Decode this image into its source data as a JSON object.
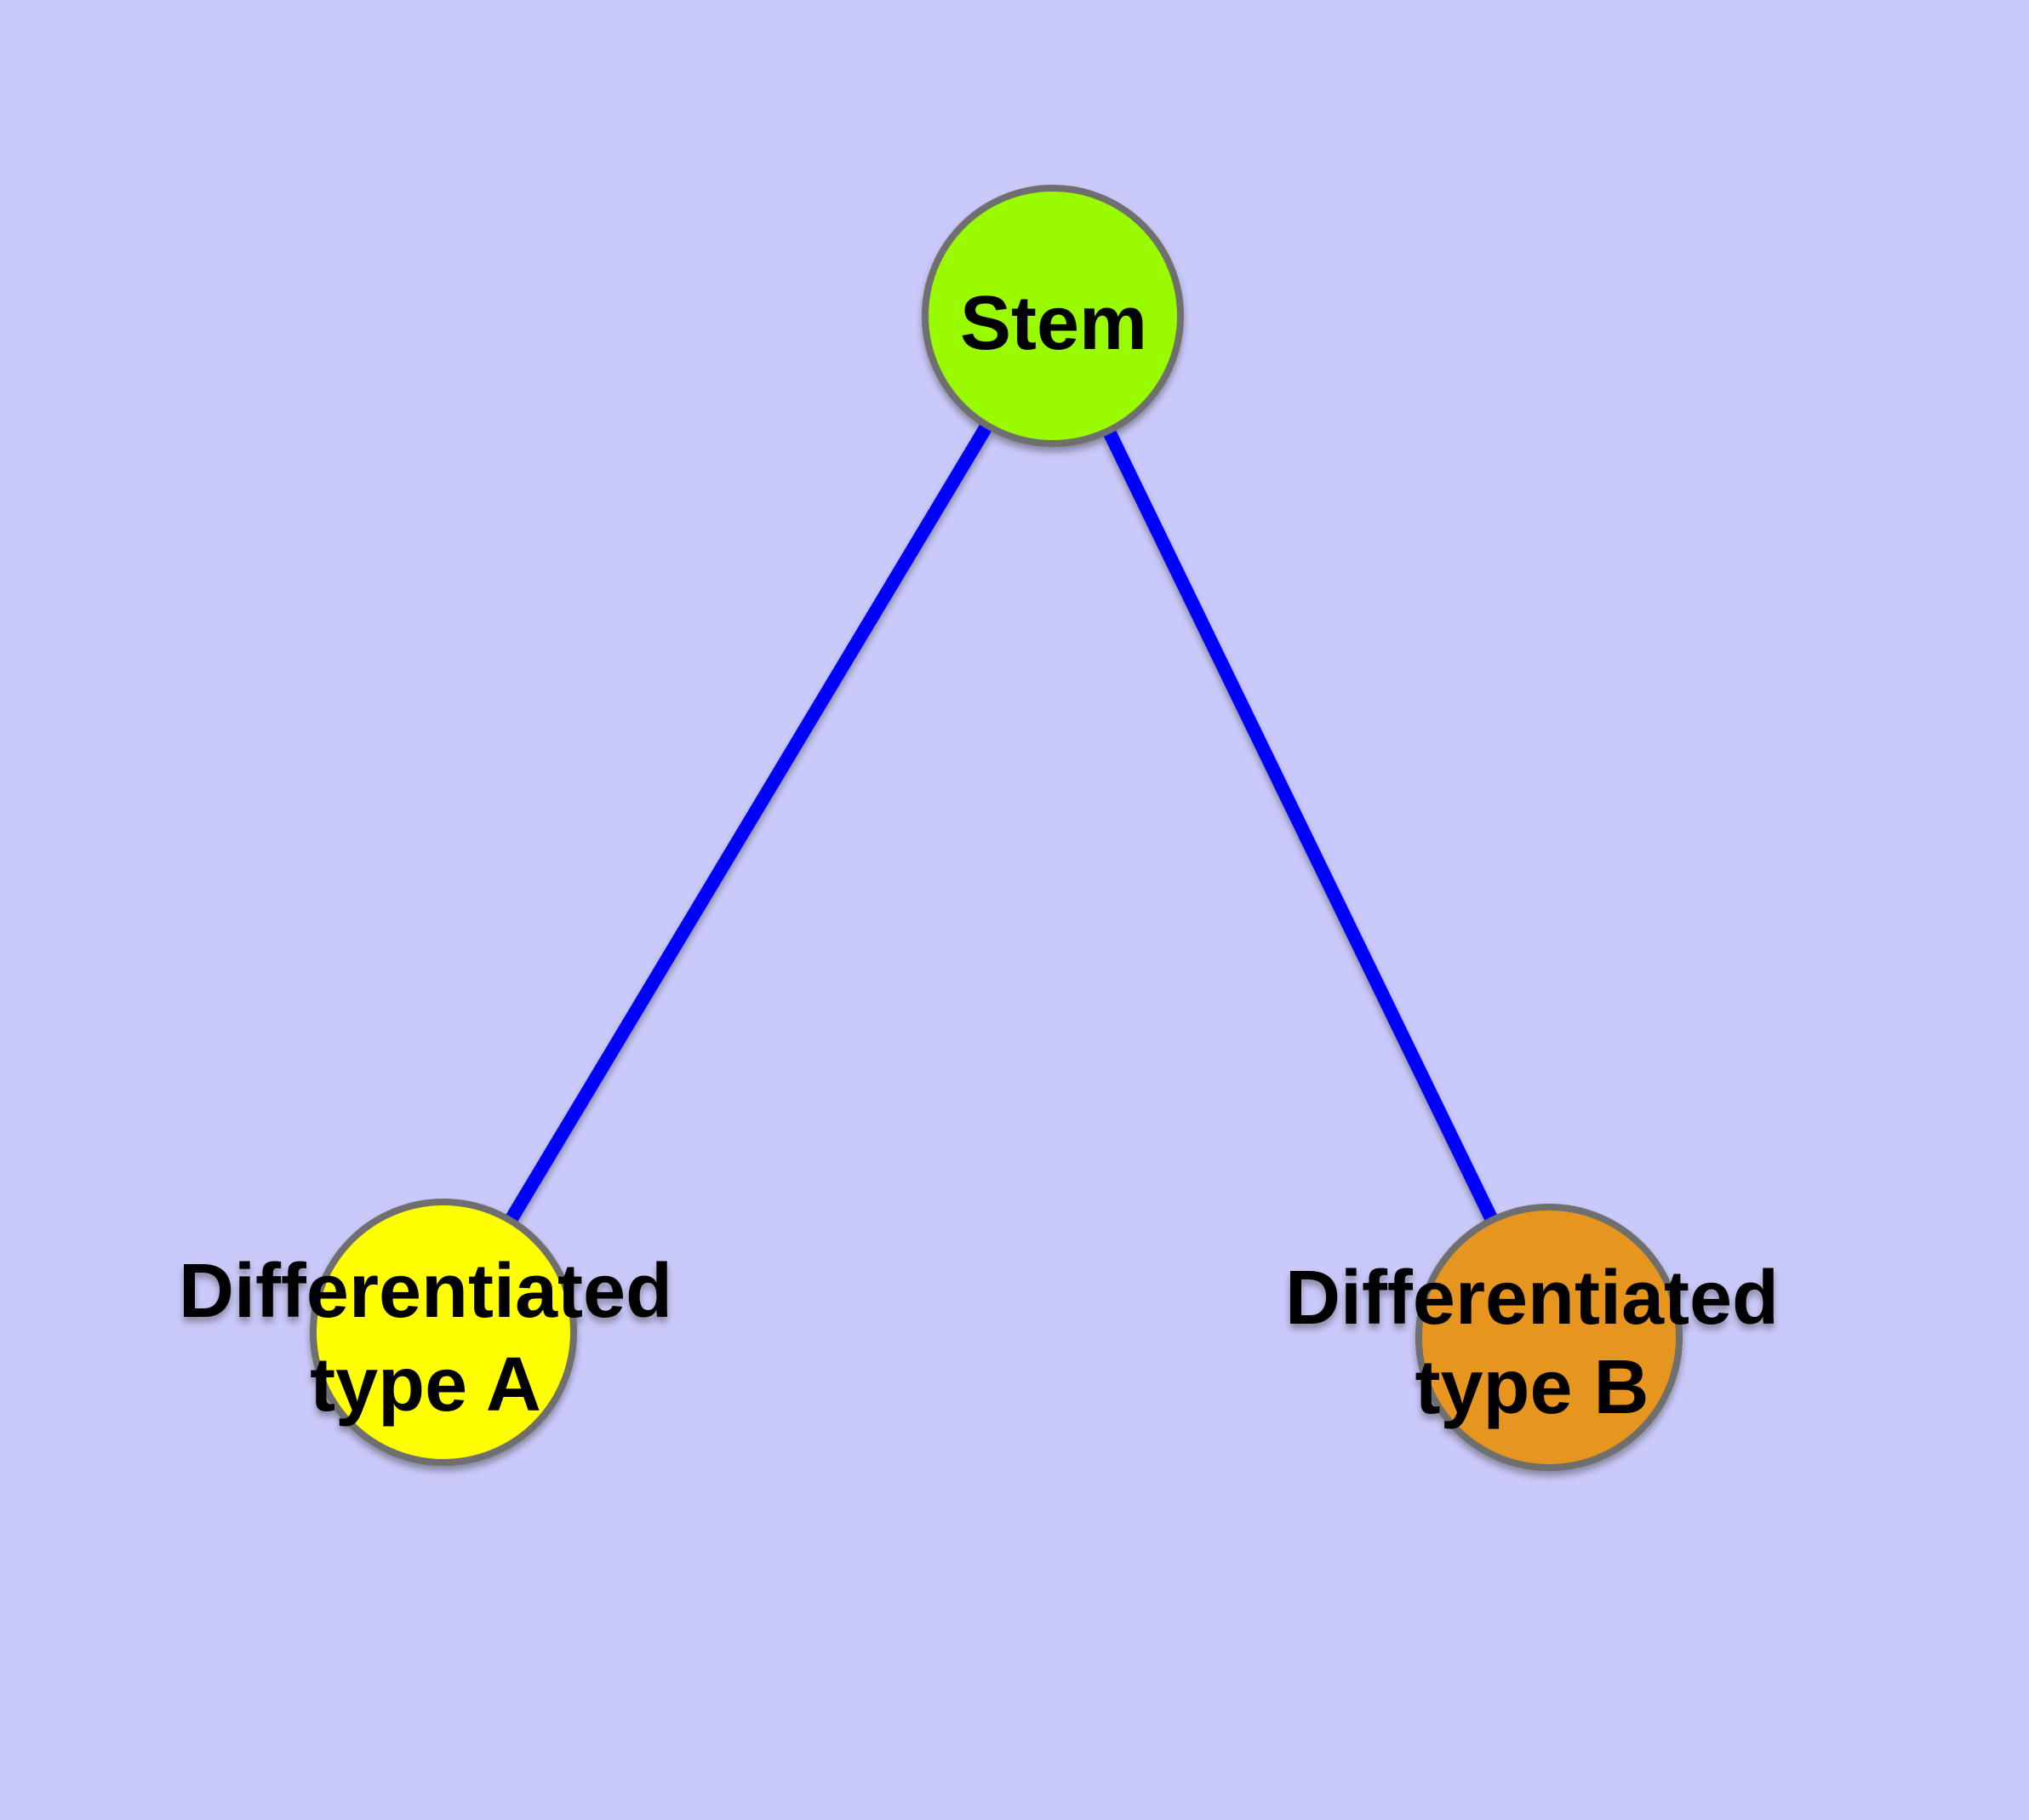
{
  "figure": {
    "background_color": "#c9c9fa"
  },
  "style": {
    "node_border_color": "#6f6f6f",
    "edge_color": "#0000ff",
    "label_color": "#000000"
  },
  "nodes": [
    {
      "id": "stem",
      "fill": "#9afb00",
      "label_lines": [
        "Stem"
      ]
    },
    {
      "id": "differentiated-type-a",
      "fill": "#ffff00",
      "label_lines": [
        "Differentiated",
        "type A"
      ]
    },
    {
      "id": "differentiated-type-b",
      "fill": "#e6961e",
      "label_lines": [
        "Differentiated",
        "type B"
      ]
    }
  ],
  "edges": [
    {
      "from": "stem",
      "to": "differentiated-type-a"
    },
    {
      "from": "stem",
      "to": "differentiated-type-b"
    }
  ]
}
